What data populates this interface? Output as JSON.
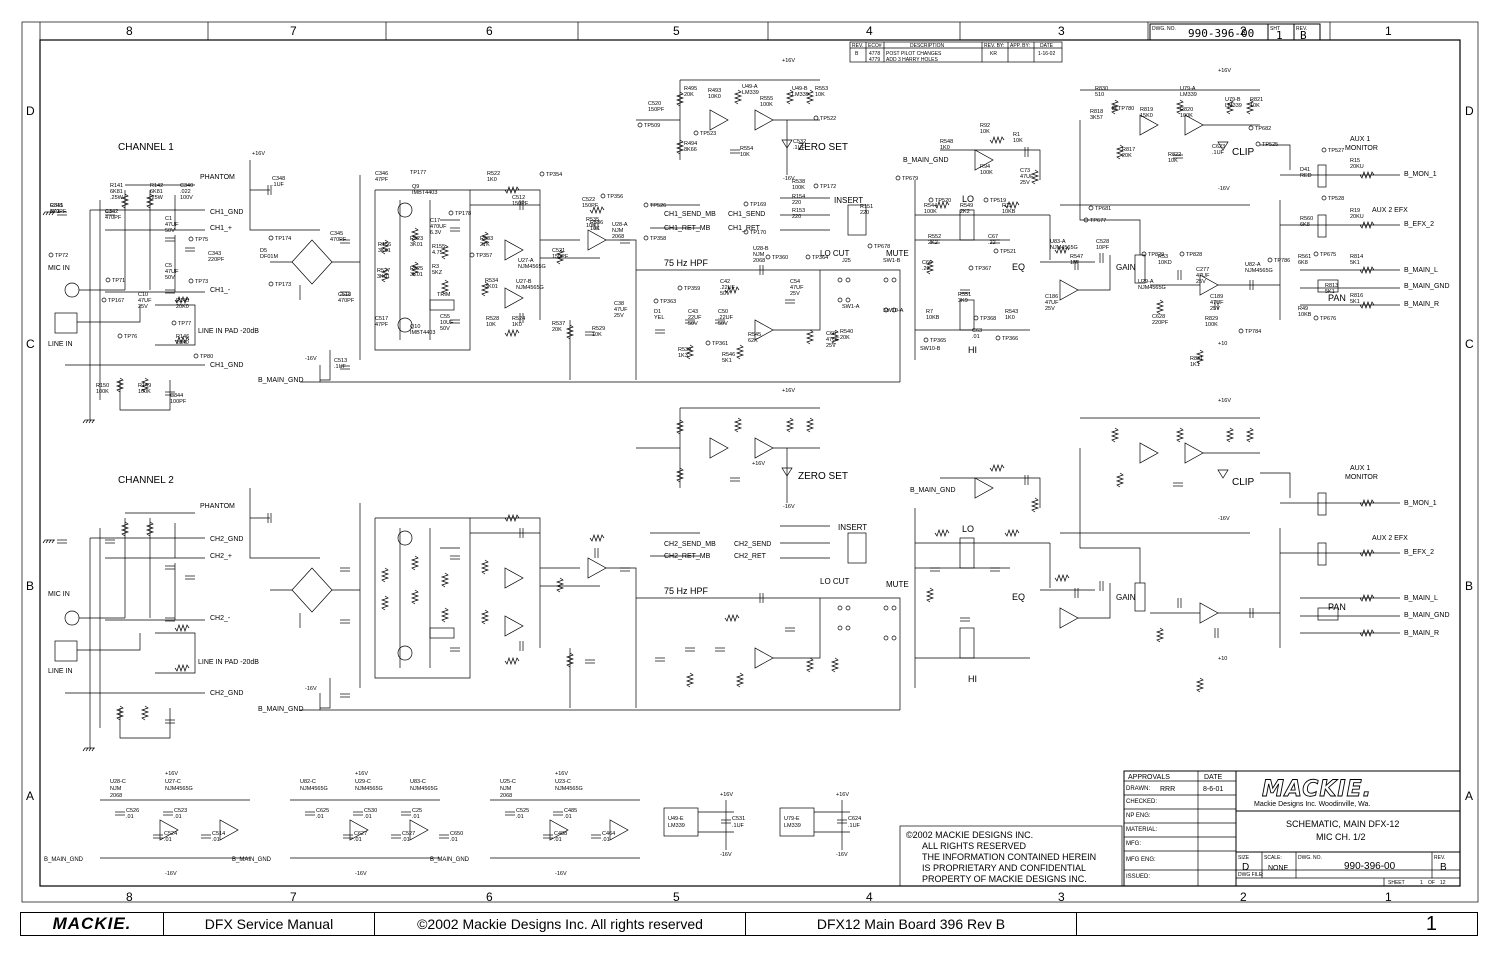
{
  "zones_top": [
    "8",
    "7",
    "6",
    "5",
    "4",
    "3",
    "2",
    "1"
  ],
  "zones_side": [
    "D",
    "C",
    "B",
    "A"
  ],
  "dwg_no_label": "DWG. NO.",
  "dwg_no": "990-396-00",
  "sht_label": "SHT",
  "sht": "1",
  "rev_label": "REV.",
  "rev": "B",
  "revision_table": {
    "headers": [
      "REV.",
      "ECO#",
      "DESCRIPTION",
      "REV. BY:",
      "APP. BY:",
      "DATE"
    ],
    "rows": [
      [
        "B",
        "4778",
        "POST PILOT CHANGES",
        "KR",
        "",
        "1-16-02"
      ],
      [
        "",
        "4779",
        "ADD 3 HARRY HOLES",
        "",
        "",
        ""
      ]
    ]
  },
  "channel1": {
    "title": "CHANNEL 1",
    "phantom": "PHANTOM",
    "ch_gnd": "CH1_GND",
    "ch_plus": "CH1_+",
    "ch_minus": "CH1_-",
    "ch_gnd2": "CH1_GND",
    "b_main_gnd": "B_MAIN_GND",
    "mic_in": "MIC IN",
    "line_in": "LINE IN",
    "pad": "LINE IN PAD -20dB",
    "hpf": "75 Hz HPF",
    "zero_set": "ZERO SET",
    "lo_cut": "LO CUT",
    "mute": "MUTE",
    "insert": "INSERT",
    "gain": "GAIN",
    "eq": "EQ",
    "lo": "LO",
    "hi": "HI",
    "clip": "CLIP",
    "pan": "PAN",
    "aux1": "AUX 1",
    "monitor": "MONITOR",
    "aux2": "AUX 2 EFX",
    "b_mon": "B_MON_1",
    "b_efx": "B_EFX_2",
    "b_main_l": "B_MAIN_L",
    "b_main_gnd_out": "B_MAIN_GND",
    "b_main_r": "B_MAIN_R",
    "send_mb": "CH1_SEND_MB",
    "ret_mb": "CH1_RET_MB",
    "send": "CH1_SEND",
    "ret": "CH1_RET"
  },
  "channel2": {
    "title": "CHANNEL 2",
    "phantom": "PHANTOM",
    "ch_gnd": "CH2_GND",
    "ch_plus": "CH2_+",
    "ch_minus": "CH2_-",
    "ch_gnd2": "CH2_GND",
    "b_main_gnd": "B_MAIN_GND",
    "mic_in": "MIC IN",
    "line_in": "LINE IN",
    "pad": "LINE IN PAD -20dB",
    "hpf": "75 Hz HPF",
    "zero_set": "ZERO SET",
    "lo_cut": "LO CUT",
    "mute": "MUTE",
    "insert": "INSERT",
    "gain": "GAIN",
    "eq": "EQ",
    "lo": "LO",
    "hi": "HI",
    "clip": "CLIP",
    "pan": "PAN",
    "aux1": "AUX 1",
    "monitor": "MONITOR",
    "aux2": "AUX 2 EFX",
    "b_mon": "B_MON_1",
    "b_efx": "B_EFX_2",
    "b_main_l": "B_MAIN_L",
    "b_main_gnd_out": "B_MAIN_GND",
    "b_main_r": "B_MAIN_R",
    "send_mb": "CH2_SEND_MB",
    "ret_mb": "CH2_RET_MB",
    "send": "CH2_SEND",
    "ret": "CH2_RET"
  },
  "parts": {
    "c1_top": [
      "C341 470PF",
      "C342 470PF",
      "R141 6K81 .25W",
      "R142 6K81 .25W",
      "C340 .022 100V",
      "C1 47UF 50V",
      "C343 220PF",
      "C5 47UF 50V",
      "C10 47UF 25V",
      "R145 20K0",
      "R146 20K0",
      "R150 100K",
      "R149 100K",
      "C344 100PF",
      "C348 .1UF",
      "C345 470PF",
      "D5 DF01M",
      "C518 470PF",
      "C513 .1UF",
      "C346 47PF",
      "TP177",
      "Q9 IMBT4403",
      "R156 3K01",
      "R527 3K01",
      "R523 3K01",
      "R525 3K01",
      "C517 47PF",
      "Q10 IMBT4403",
      "C17 470UF 6.3V",
      "R155 4.75",
      "R3 5KZ",
      "C55 10UF 50V",
      "TRIM",
      "R522 1K0",
      "C512 150PF",
      "R533 27K",
      "R534 3K01",
      "U27-A NJM4565G",
      "U27-B NJM4565G",
      "R528 10K",
      "R524 1K0",
      "C522 150PF",
      "R535 10K",
      "C521 150PF",
      "R536 10K",
      "U28-A NJM 2068",
      "C38 47UF 25V",
      "R537 20K",
      "R529 10K",
      "C520 150PF",
      "R495 20K",
      "R494 8K66",
      "R493 10K0",
      "U49-A LM339",
      "R555 100K",
      "U49-B LM339",
      "R553 10K",
      "R554 10K",
      "C532 .1UF",
      "D1 YEL",
      "C43 22UF 50V",
      "C50 .22UF 50V",
      "C42 .22UF 50V",
      "R539 1K3",
      "R546 5K1",
      "R545 62K",
      "U28-B NJM 2068",
      "C54 47UF 25V",
      "C60 47UF 25V",
      "R540 20K",
      "R538 100K",
      "R154 220",
      "R153 220",
      "R151 220",
      "J25",
      "SW1-A",
      "SW1-B",
      "SW10-A",
      "SW10-B",
      "R544 100K",
      "R549 2K2",
      "R11 10KB",
      "R552 2K2",
      "C67 .22",
      "C66 .22",
      "R551 3K9",
      "C63 .01",
      "R7 10KB",
      "R543 1K0",
      "R548 1K0",
      "R92 10K",
      "R1 10K",
      "C73 47UF 25V",
      "R94 100K",
      "U83-A NJM4565G",
      "R547 1M",
      "C528 10PF",
      "C186 47UF 25V",
      "U29-A NJM4565G",
      "R53 10KD",
      "C277 47UF 25V",
      "U82-A NJM4565G",
      "C189 47UF 25V",
      "C628 220PF",
      "R829 100K",
      "R831 1K1",
      "R830 510",
      "R818 3K57",
      "R817 20K",
      "R819 15K0",
      "U79-A LM339",
      "R820 100K",
      "U79-B LM339",
      "R821 10K",
      "R822 10K",
      "C623 .1UF",
      "D41 RED",
      "R15 20KU",
      "R560 6K8",
      "R19 20KU",
      "R561 6K8",
      "R814 5K1",
      "R813 5K1",
      "R49 10KB",
      "R816 5K1",
      "R815 5K1"
    ]
  },
  "test_points_ch1": [
    "TP72",
    "TP71",
    "TP167",
    "TP75",
    "TP73",
    "TP77",
    "TP76",
    "TP80",
    "TP174",
    "TP173",
    "TP178",
    "TP357",
    "TP356",
    "TP354",
    "TP509",
    "TP523",
    "TP522",
    "TP526",
    "TP358",
    "TP169",
    "TP170",
    "TP172",
    "TP359",
    "TP363",
    "TP361",
    "TP360",
    "TP364",
    "TP678",
    "TP679",
    "TP520",
    "TP519",
    "TP521",
    "TP367",
    "TP368",
    "TP365",
    "TP366",
    "TP681",
    "TP677",
    "TP829",
    "TP828",
    "TP786",
    "TP784",
    "TP780",
    "TP682",
    "TP525",
    "TP527",
    "TP528",
    "TP675",
    "TP676"
  ],
  "power": {
    "plus": "+16V",
    "minus": "-16V",
    "plus10": "+10"
  },
  "bottom_opamps": [
    {
      "top": [
        "U28-C NJM 2068",
        "U27-C NJM4565G"
      ],
      "caps": [
        "C526 .01",
        "C524 .01",
        "C523 .01",
        "C514 .01"
      ]
    },
    {
      "top": [
        "U82-C NJM4565G",
        "U29-C NJM4565G",
        "U83-C NJM4565G"
      ],
      "caps": [
        "C625 .01",
        "C627 .01",
        "C530 .01",
        "C527 .01",
        "C25 .01",
        "C650 .01"
      ]
    },
    {
      "top": [
        "U25-C NJM 2068",
        "U23-C NJM4565G"
      ],
      "caps": [
        "C525 .01",
        "C488 .01",
        "C485 .01",
        "C464 .01"
      ]
    }
  ],
  "comparators": [
    {
      "name": "U49-E LM339",
      "cap": "C531 .1UF"
    },
    {
      "name": "U79-E LM339",
      "cap": "C624 .1UF"
    }
  ],
  "copyright_block": [
    "©2002 MACKIE DESIGNS INC.",
    "ALL RIGHTS RESERVED",
    "THE INFORMATION CONTAINED HEREIN",
    "IS PROPRIETARY AND CONFIDENTIAL",
    "PROPERTY OF MACKIE DESIGNS INC."
  ],
  "title_block": {
    "approvals": "APPROVALS",
    "date": "DATE",
    "drawn": "DRAWN:",
    "drawn_by": "RRR",
    "drawn_date": "8-6-01",
    "checked": "CHECKED:",
    "np_eng": "NP ENG:",
    "material": "MATERIAL:",
    "mfg": "MFG:",
    "mfg_eng": "MFG ENG:",
    "issued": "ISSUED:",
    "company_logo": "MACKIE.",
    "company_line": "Mackie Designs Inc.  Woodinville, Wa.",
    "title1": "SCHEMATIC, MAIN DFX-12",
    "title2": "MIC CH. 1/2",
    "size_label": "SIZE",
    "size": "D",
    "scale_label": "SCALE:",
    "scale": "NONE",
    "dwg_no_label": "DWG. NO.",
    "dwg_no": "990-396-00",
    "rev_label": "REV.",
    "rev": "B",
    "dwg_file_label": "DWG FILE:",
    "sheet_label": "SHEET",
    "sheet": "1",
    "of_label": "OF",
    "of": "12"
  },
  "footer": {
    "logo": "MACKIE.",
    "manual": "DFX Service Manual",
    "copyright": "©2002 Mackie Designs Inc. All rights reserved",
    "board": "DFX12 Main Board 396 Rev B",
    "page": "1"
  }
}
